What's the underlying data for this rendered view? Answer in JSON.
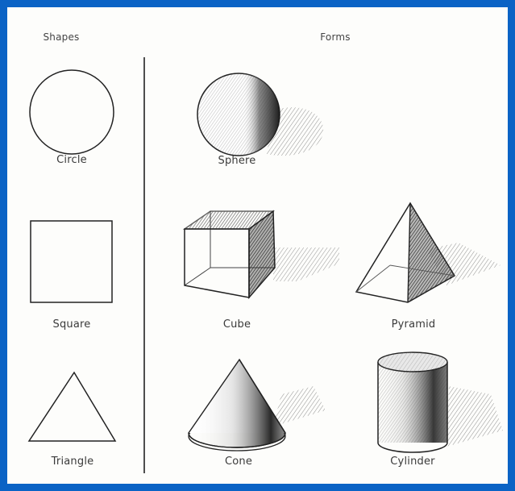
{
  "headers": {
    "shapes": "Shapes",
    "forms": "Forms"
  },
  "shapes": [
    {
      "label": "Circle",
      "icon": "circle-icon"
    },
    {
      "label": "Square",
      "icon": "square-icon"
    },
    {
      "label": "Triangle",
      "icon": "triangle-icon"
    }
  ],
  "forms": [
    {
      "label": "Sphere",
      "icon": "sphere-icon"
    },
    {
      "label": "Cube",
      "icon": "cube-icon"
    },
    {
      "label": "Pyramid",
      "icon": "pyramid-icon"
    },
    {
      "label": "Cone",
      "icon": "cone-icon"
    },
    {
      "label": "Cylinder",
      "icon": "cylinder-icon"
    }
  ],
  "colors": {
    "frame": "#0b63c5",
    "paper": "#fdfdfb",
    "ink": "#222222"
  }
}
